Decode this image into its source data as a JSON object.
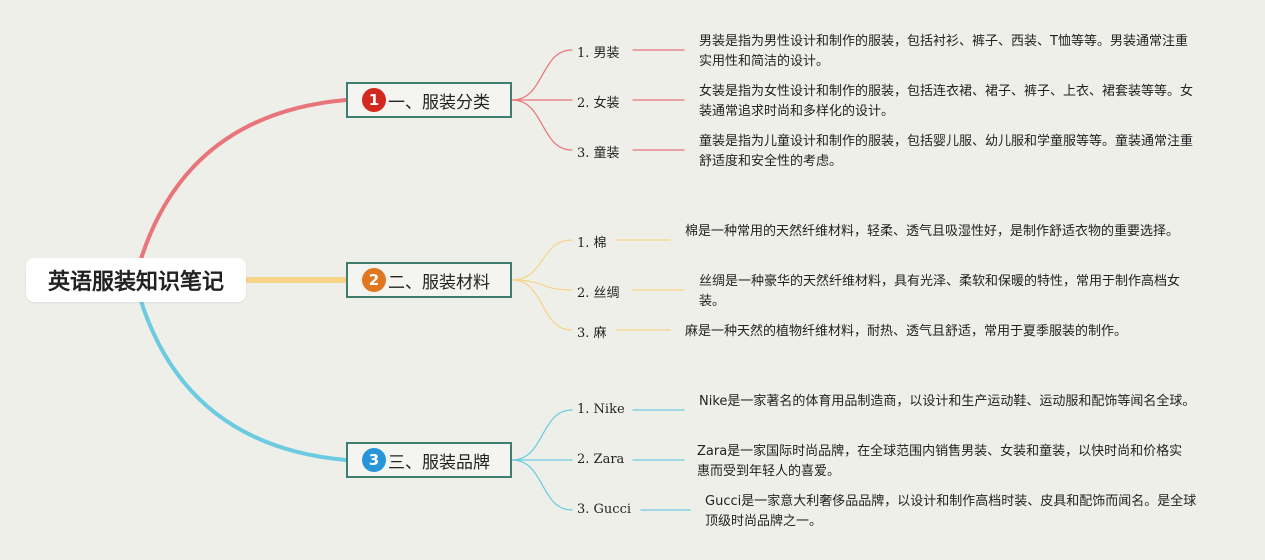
{
  "root": {
    "title": "英语服装知识笔记"
  },
  "branches": [
    {
      "number": "1",
      "label": "一、服装分类",
      "color": "#e8757a",
      "badge_color": "#d4281f",
      "items": [
        {
          "label": "1. 男装",
          "desc": "男装是指为男性设计和制作的服装，包括衬衫、裤子、西装、T恤等等。男装通常注重实用性和简洁的设计。"
        },
        {
          "label": "2. 女装",
          "desc": "女装是指为女性设计和制作的服装，包括连衣裙、裙子、裤子、上衣、裙套装等等。女装通常追求时尚和多样化的设计。"
        },
        {
          "label": "3. 童装",
          "desc": "童装是指为儿童设计和制作的服装，包括婴儿服、幼儿服和学童服等等。童装通常注重舒适度和安全性的考虑。"
        }
      ]
    },
    {
      "number": "2",
      "label": "二、服装材料",
      "color": "#f6d48a",
      "badge_color": "#e27722",
      "items": [
        {
          "label": "1. 棉",
          "desc": "棉是一种常用的天然纤维材料，轻柔、透气且吸湿性好，是制作舒适衣物的重要选择。"
        },
        {
          "label": "2. 丝绸",
          "desc": "丝绸是一种豪华的天然纤维材料，具有光泽、柔软和保暖的特性，常用于制作高档女装。"
        },
        {
          "label": "3. 麻",
          "desc": "麻是一种天然的植物纤维材料，耐热、透气且舒适，常用于夏季服装的制作。"
        }
      ]
    },
    {
      "number": "3",
      "label": "三、服装品牌",
      "color": "#6ccbe0",
      "badge_color": "#2795d8",
      "items": [
        {
          "label": "1. Nike",
          "desc": "Nike是一家著名的体育用品制造商，以设计和生产运动鞋、运动服和配饰等闻名全球。"
        },
        {
          "label": "2. Zara",
          "desc": "Zara是一家国际时尚品牌，在全球范围内销售男装、女装和童装，以快时尚和价格实惠而受到年轻人的喜爱。"
        },
        {
          "label": "3. Gucci",
          "desc": "Gucci是一家意大利奢侈品品牌，以设计和制作高档时装、皮具和配饰而闻名。是全球顶级时尚品牌之一。"
        }
      ]
    }
  ]
}
